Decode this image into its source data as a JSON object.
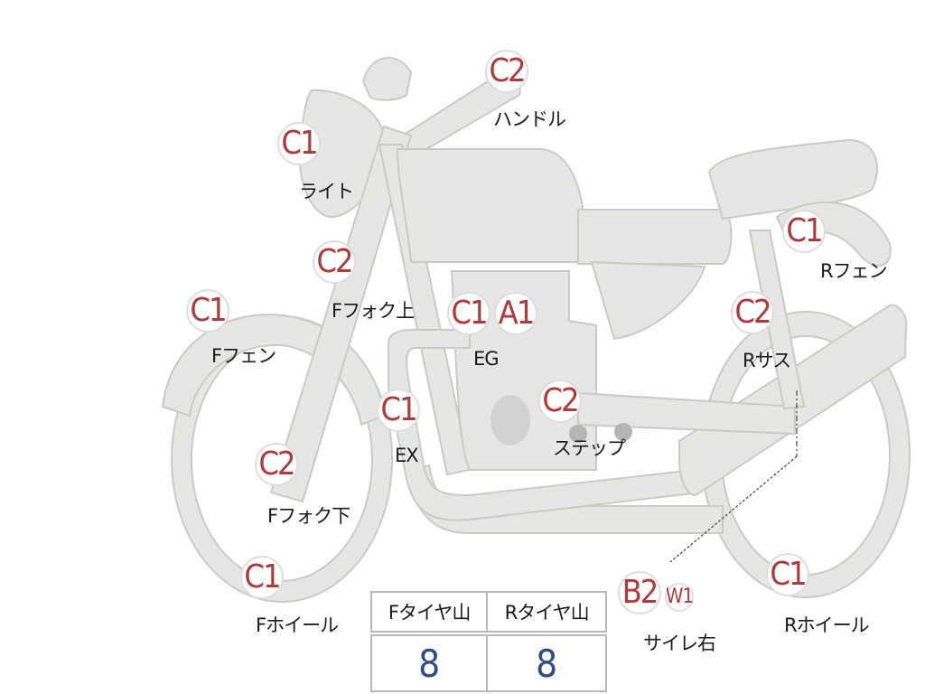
{
  "colors": {
    "bike_fill": "#e6e6e4",
    "bike_stroke": "#c9c9c6",
    "marker_text": "#b03a3a",
    "value_text": "#2d4a8a"
  },
  "markers": {
    "handle": "C2",
    "light": "C1",
    "ffork_upper": "C2",
    "ffender": "C1",
    "eg_c1": "C1",
    "eg_a1": "A1",
    "ex": "C1",
    "step": "C2",
    "ffork_lower": "C2",
    "fwheel": "C1",
    "rfender": "C1",
    "rsus": "C2",
    "side_b2": "B2",
    "side_w1": "W1",
    "rwheel": "C1"
  },
  "labels": {
    "handle": "ハンドル",
    "light": "ライト",
    "ffork_upper": "Fフォク上",
    "ffender": "Fフェン",
    "eg": "EG",
    "ex": "EX",
    "step": "ステップ",
    "ffork_lower": "Fフォク下",
    "fwheel": "Fホイール",
    "rfender": "Rフェン",
    "rsus": "Rサス",
    "side": "サイレ右",
    "rwheel": "Rホイール"
  },
  "tire_table": {
    "front_header": "Fタイヤ山",
    "rear_header": "Rタイヤ山",
    "front_value": "8",
    "rear_value": "8"
  }
}
